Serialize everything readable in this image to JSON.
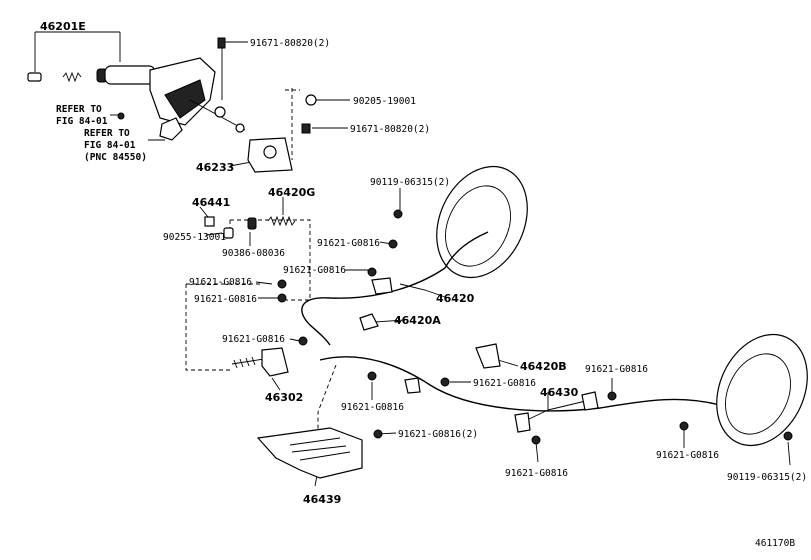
{
  "diagram": {
    "labels": {
      "p46201E": "46201E",
      "p91671_a": "91671-80820(2)",
      "p90205": "90205-19001",
      "p91671_b": "91671-80820(2)",
      "refer1_line1": "REFER TO",
      "refer1_line2": "FIG 84-01",
      "refer2_line1": "REFER TO",
      "refer2_line2": "FIG 84-01",
      "refer2_line3": "(PNC 84550)",
      "p46233": "46233",
      "p90119_top": "90119-06315(2)",
      "p46441": "46441",
      "p46420G": "46420G",
      "p90255": "90255-13001",
      "p90386": "90386-08036",
      "p91621_a": "91621-G0816",
      "p91621_b": "91621-G0816",
      "p91621_c": "91621-G0816",
      "p91621_d": "91621-G0816",
      "p46420": "46420",
      "p46420A": "46420A",
      "p91621_e": "91621-G0816",
      "p46420B": "46420B",
      "p91621_f": "91621-G0816",
      "p91621_g": "91621-G0816",
      "p46302": "46302",
      "p91621_h": "91621-G0816",
      "p46430": "46430",
      "p91621_i": "91621-G0816(2)",
      "p91621_j": "91621-G0816",
      "p91621_k": "91621-G0816",
      "p90119_bot": "90119-06315(2)",
      "p46439": "46439",
      "diagram_id": "461170B"
    }
  }
}
